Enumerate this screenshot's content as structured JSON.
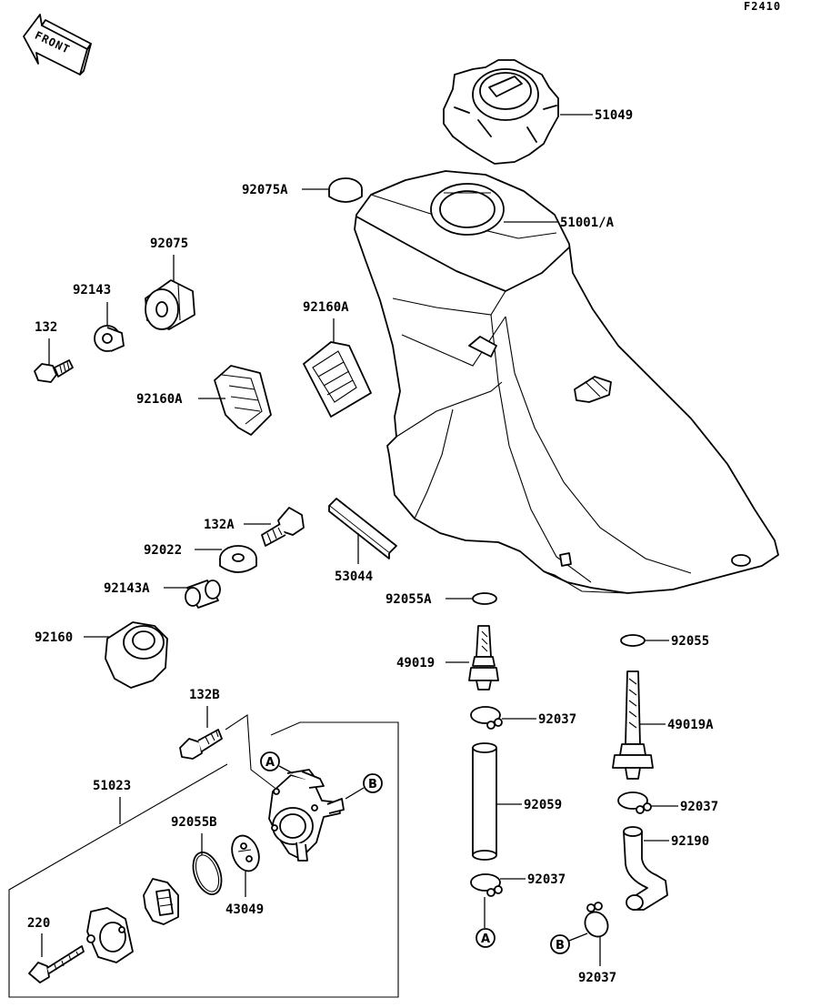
{
  "diagram_code": "F2410",
  "front_label": "FRONT",
  "parts": {
    "p51049": "51049",
    "p51001A": "51001/A",
    "p92075A": "92075A",
    "p92075": "92075",
    "p92143": "92143",
    "p132": "132",
    "p92160A_top": "92160A",
    "p92160A_left": "92160A",
    "p132A": "132A",
    "p92022": "92022",
    "p92143A": "92143A",
    "p53044": "53044",
    "p92055A": "92055A",
    "p92160": "92160",
    "p49019": "49019",
    "p92055": "92055",
    "p92037_a": "92037",
    "p49019A": "49019A",
    "p132B": "132B",
    "p51023": "51023",
    "p92059": "92059",
    "p92037_b": "92037",
    "p92055B": "92055B",
    "p92190": "92190",
    "p92037_c": "92037",
    "p43049": "43049",
    "p220": "220",
    "p92037_d": "92037"
  },
  "connectors": {
    "a_label": "A",
    "b_label": "B"
  }
}
